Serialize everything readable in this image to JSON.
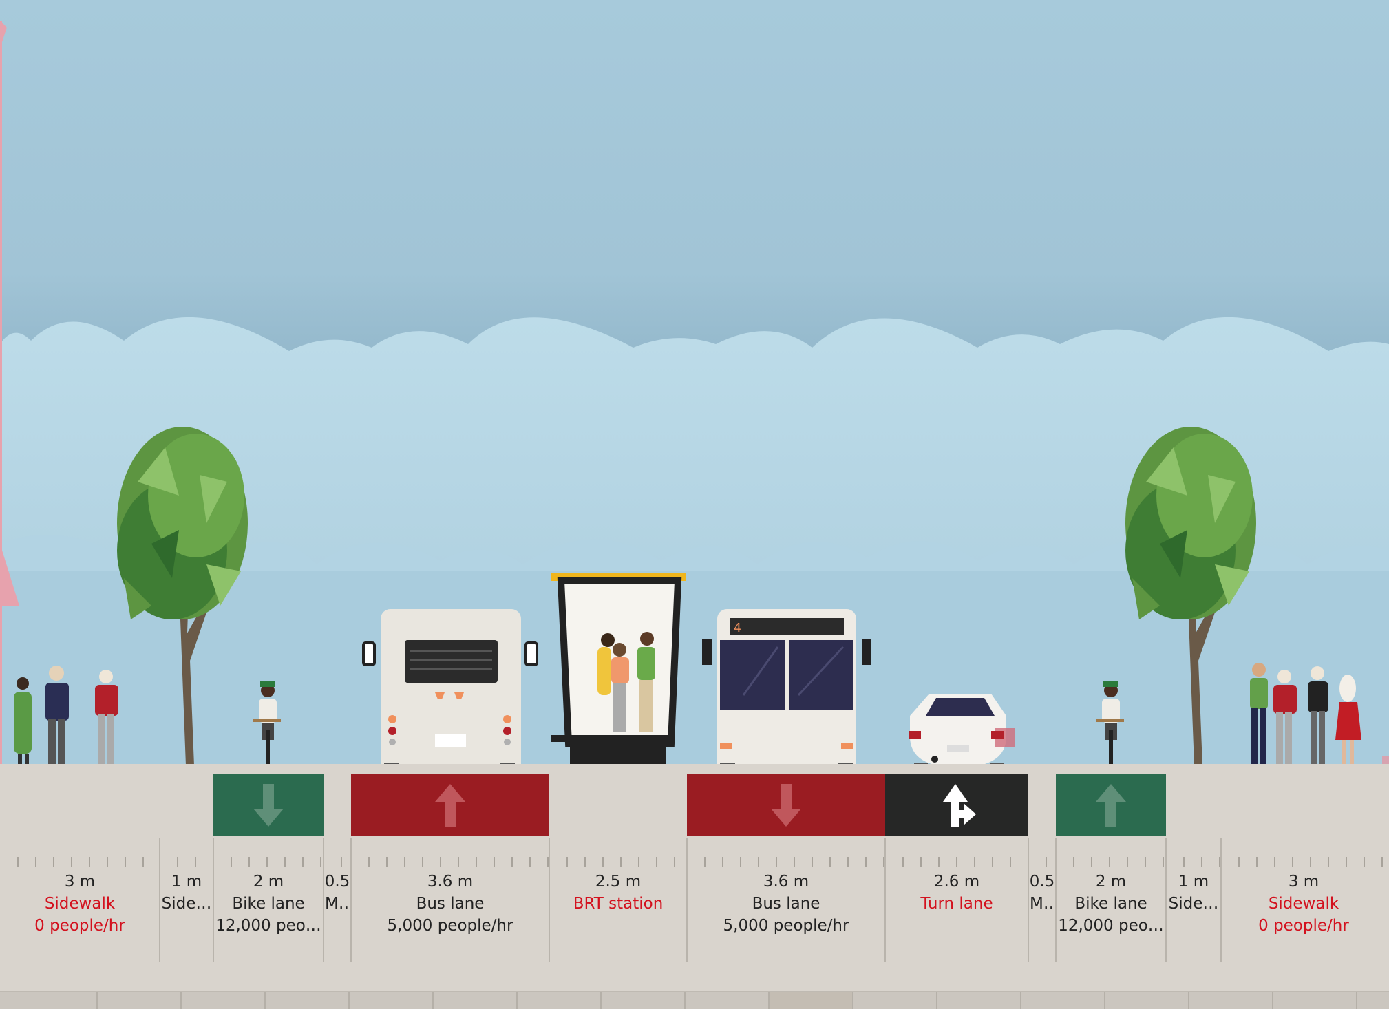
{
  "colors": {
    "sky_top": "#a9ccdd",
    "cloud": "#b9dbe9",
    "ground": "#d9d4cd",
    "bike_lane": "#2b6b4f",
    "bus_lane": "#9a1c22",
    "turn_lane": "#262726",
    "label_red": "#d3111e",
    "label_dark": "#222222"
  },
  "segments": [
    {
      "id": "sidewalk-left",
      "width_label": "3 m",
      "name": "Sidewalk",
      "capacity": "0 people/hr",
      "name_color": "red"
    },
    {
      "id": "sidewalk-tree-left",
      "width_label": "1 m",
      "name": "Side…",
      "capacity": "",
      "name_color": "dark"
    },
    {
      "id": "bike-lane-left",
      "width_label": "2 m",
      "name": "Bike lane",
      "capacity": "12,000 peo…",
      "name_color": "dark"
    },
    {
      "id": "median-left",
      "width_label": "0.5",
      "name": "M…",
      "capacity": "",
      "name_color": "dark"
    },
    {
      "id": "bus-lane-left",
      "width_label": "3.6 m",
      "name": "Bus lane",
      "capacity": "5,000 people/hr",
      "name_color": "dark"
    },
    {
      "id": "brt-station",
      "width_label": "2.5 m",
      "name": "BRT station",
      "capacity": "",
      "name_color": "red"
    },
    {
      "id": "bus-lane-right",
      "width_label": "3.6 m",
      "name": "Bus lane",
      "capacity": "5,000 people/hr",
      "name_color": "dark"
    },
    {
      "id": "turn-lane",
      "width_label": "2.6 m",
      "name": "Turn lane",
      "capacity": "",
      "name_color": "red"
    },
    {
      "id": "median-right",
      "width_label": "0.5",
      "name": "M…",
      "capacity": "",
      "name_color": "dark"
    },
    {
      "id": "bike-lane-right",
      "width_label": "2 m",
      "name": "Bike lane",
      "capacity": "12,000 peo…",
      "name_color": "dark"
    },
    {
      "id": "sidewalk-tree-right",
      "width_label": "1 m",
      "name": "Side…",
      "capacity": "",
      "name_color": "dark"
    },
    {
      "id": "sidewalk-right",
      "width_label": "3 m",
      "name": "Sidewalk",
      "capacity": "0 people/hr",
      "name_color": "red"
    }
  ],
  "bus_route_number": "4",
  "icons": {
    "bike_arrow_left": "arrow-down-icon",
    "bus_arrow_left": "arrow-up-icon",
    "bus_arrow_right": "arrow-down-icon",
    "turn_arrow": "straight-right-turn-arrow-icon",
    "bike_arrow_right": "arrow-up-icon"
  }
}
